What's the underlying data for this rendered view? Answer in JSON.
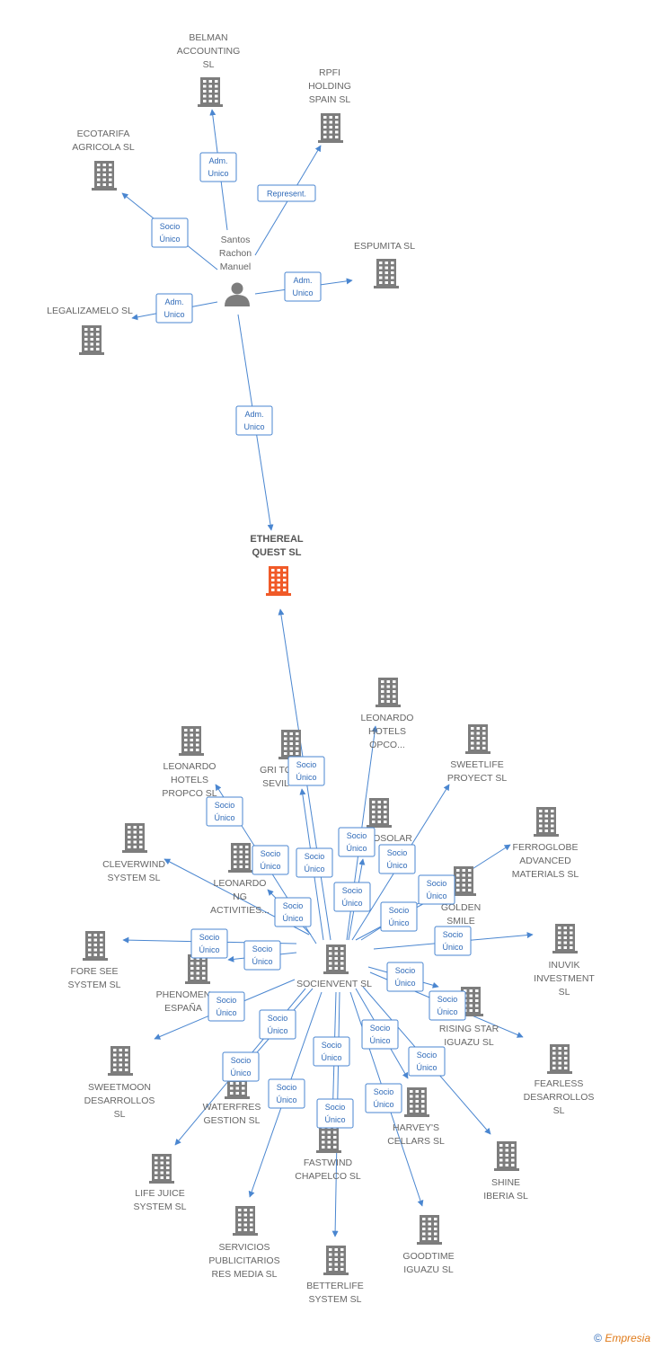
{
  "colors": {
    "edge": "#4a86d0",
    "building": "#7d7d7d",
    "main": "#f05a28",
    "person": "#7d7d7d"
  },
  "footer": {
    "copyright": "©",
    "brand": "Empresia"
  },
  "nodes": [
    {
      "id": "santos",
      "type": "person",
      "label": [
        "Santos",
        "Rachon",
        "Manuel"
      ]
    },
    {
      "id": "belman",
      "type": "company",
      "label": [
        "BELMAN",
        "ACCOUNTING",
        "SL"
      ]
    },
    {
      "id": "rpfi",
      "type": "company",
      "label": [
        "RPFI",
        "HOLDING",
        "SPAIN SL"
      ]
    },
    {
      "id": "ecotarifa",
      "type": "company",
      "label": [
        "ECOTARIFA",
        "AGRICOLA  SL"
      ]
    },
    {
      "id": "espumita",
      "type": "company",
      "label": [
        "ESPUMITA  SL"
      ]
    },
    {
      "id": "legalizamelo",
      "type": "company",
      "label": [
        "LEGALIZAMELO SL"
      ]
    },
    {
      "id": "ethereal",
      "type": "main",
      "label": [
        "ETHEREAL",
        "QUEST  SL"
      ]
    },
    {
      "id": "socienvent",
      "type": "company",
      "label": [
        "SOCIENVENT SL"
      ]
    },
    {
      "id": "leonardo_opco",
      "type": "company",
      "label": [
        "LEONARDO",
        "HOTELS",
        "OPCO..."
      ]
    },
    {
      "id": "leonardo_propco",
      "type": "company",
      "label": [
        "LEONARDO",
        "HOTELS",
        "PROPCO  SL"
      ]
    },
    {
      "id": "gri",
      "type": "company",
      "label": [
        "GRI TO",
        "SEVIL"
      ]
    },
    {
      "id": "sweetlife",
      "type": "company",
      "label": [
        "SWEETLIFE",
        "PROYECT  SL"
      ]
    },
    {
      "id": "ferroglobe",
      "type": "company",
      "label": [
        "FERROGLOBE",
        "ADVANCED",
        "MATERIALS  SL"
      ]
    },
    {
      "id": "osolar",
      "type": "company",
      "label": [
        "OSOLAR"
      ]
    },
    {
      "id": "cleverwind",
      "type": "company",
      "label": [
        "CLEVERWIND",
        "SYSTEM  SL"
      ]
    },
    {
      "id": "leonardo_act",
      "type": "company",
      "label": [
        "LEONARDO",
        "NG",
        "ACTIVITIES..."
      ]
    },
    {
      "id": "golden",
      "type": "company",
      "label": [
        "GOLDEN",
        "SMILE",
        "SL"
      ]
    },
    {
      "id": "inuvik",
      "type": "company",
      "label": [
        "INUVIK",
        "INVESTMENT",
        "SL"
      ]
    },
    {
      "id": "foresee",
      "type": "company",
      "label": [
        "FORE SEE",
        "SYSTEM  SL"
      ]
    },
    {
      "id": "phenomenon",
      "type": "company",
      "label": [
        "PHENOMEN",
        "ESPAÑA"
      ]
    },
    {
      "id": "risingstar",
      "type": "company",
      "label": [
        "RISING STAR",
        "IGUAZU SL"
      ]
    },
    {
      "id": "fearless",
      "type": "company",
      "label": [
        "FEARLESS",
        "DESARROLLOS",
        "SL"
      ]
    },
    {
      "id": "sweetmoon",
      "type": "company",
      "label": [
        "SWEETMOON",
        "DESARROLLOS",
        "SL"
      ]
    },
    {
      "id": "waterfresh",
      "type": "company",
      "label": [
        "WATERFRES",
        "GESTION  SL"
      ]
    },
    {
      "id": "harveys",
      "type": "company",
      "label": [
        "HARVEY'S",
        "CELLARS  SL"
      ]
    },
    {
      "id": "shine",
      "type": "company",
      "label": [
        "SHINE",
        "IBERIA  SL"
      ]
    },
    {
      "id": "fastwind",
      "type": "company",
      "label": [
        "FASTWIND",
        "CHAPELCO  SL"
      ]
    },
    {
      "id": "lifejuice",
      "type": "company",
      "label": [
        "LIFE JUICE",
        "SYSTEM  SL"
      ]
    },
    {
      "id": "servicios",
      "type": "company",
      "label": [
        "SERVICIOS",
        "PUBLICITARIOS",
        "RES MEDIA  SL"
      ]
    },
    {
      "id": "betterlife",
      "type": "company",
      "label": [
        "BETTERLIFE",
        "SYSTEM  SL"
      ]
    },
    {
      "id": "goodtime",
      "type": "company",
      "label": [
        "GOODTIME",
        "IGUAZU  SL"
      ]
    }
  ],
  "edges": [
    {
      "from": "santos",
      "to": "belman",
      "label": [
        "Adm.",
        "Unico"
      ]
    },
    {
      "from": "santos",
      "to": "rpfi",
      "label": [
        "Represent."
      ]
    },
    {
      "from": "santos",
      "to": "ecotarifa",
      "label": [
        "Socio",
        "Único"
      ]
    },
    {
      "from": "santos",
      "to": "espumita",
      "label": [
        "Adm.",
        "Unico"
      ]
    },
    {
      "from": "santos",
      "to": "legalizamelo",
      "label": [
        "Adm.",
        "Unico"
      ]
    },
    {
      "from": "santos",
      "to": "ethereal",
      "label": [
        "Adm.",
        "Unico"
      ]
    },
    {
      "from": "socienvent",
      "to": "ethereal",
      "label": [
        "Socio",
        "Único"
      ]
    },
    {
      "from": "socienvent",
      "to": "leonardo_opco",
      "label": [
        "Socio",
        "Único"
      ]
    },
    {
      "from": "socienvent",
      "to": "leonardo_propco",
      "label": [
        "Socio",
        "Único"
      ]
    },
    {
      "from": "socienvent",
      "to": "gri",
      "label": [
        "Socio",
        "Único"
      ]
    },
    {
      "from": "socienvent",
      "to": "sweetlife",
      "label": [
        "Socio",
        "Único"
      ]
    },
    {
      "from": "socienvent",
      "to": "ferroglobe",
      "label": [
        "Socio",
        "Único"
      ]
    },
    {
      "from": "socienvent",
      "to": "osolar",
      "label": [
        "Socio",
        "Único"
      ]
    },
    {
      "from": "socienvent",
      "to": "cleverwind",
      "label": [
        "Socio",
        "Único"
      ]
    },
    {
      "from": "socienvent",
      "to": "leonardo_act",
      "label": [
        "Socio",
        "Único"
      ]
    },
    {
      "from": "socienvent",
      "to": "golden",
      "label": [
        "Socio",
        "Único"
      ]
    },
    {
      "from": "socienvent",
      "to": "inuvik",
      "label": [
        "Socio",
        "Único"
      ]
    },
    {
      "from": "socienvent",
      "to": "foresee",
      "label": [
        "Socio",
        "Único"
      ]
    },
    {
      "from": "socienvent",
      "to": "phenomenon",
      "label": [
        "Socio",
        "Único"
      ]
    },
    {
      "from": "socienvent",
      "to": "risingstar",
      "label": [
        "Socio",
        "Único"
      ]
    },
    {
      "from": "socienvent",
      "to": "fearless",
      "label": [
        "Socio",
        "Único"
      ]
    },
    {
      "from": "socienvent",
      "to": "sweetmoon",
      "label": [
        "Socio",
        "Único"
      ]
    },
    {
      "from": "socienvent",
      "to": "waterfresh",
      "label": [
        "Socio",
        "Único"
      ]
    },
    {
      "from": "socienvent",
      "to": "harveys",
      "label": [
        "Socio",
        "Único"
      ]
    },
    {
      "from": "socienvent",
      "to": "shine",
      "label": [
        "Socio",
        "Único"
      ]
    },
    {
      "from": "socienvent",
      "to": "fastwind",
      "label": [
        "Socio",
        "Único"
      ]
    },
    {
      "from": "socienvent",
      "to": "lifejuice",
      "label": [
        "Socio",
        "Único"
      ]
    },
    {
      "from": "socienvent",
      "to": "servicios",
      "label": [
        "Socio",
        "Único"
      ]
    },
    {
      "from": "socienvent",
      "to": "betterlife",
      "label": [
        "Socio",
        "Único"
      ]
    },
    {
      "from": "socienvent",
      "to": "goodtime",
      "label": [
        "Socio",
        "Único"
      ]
    }
  ]
}
